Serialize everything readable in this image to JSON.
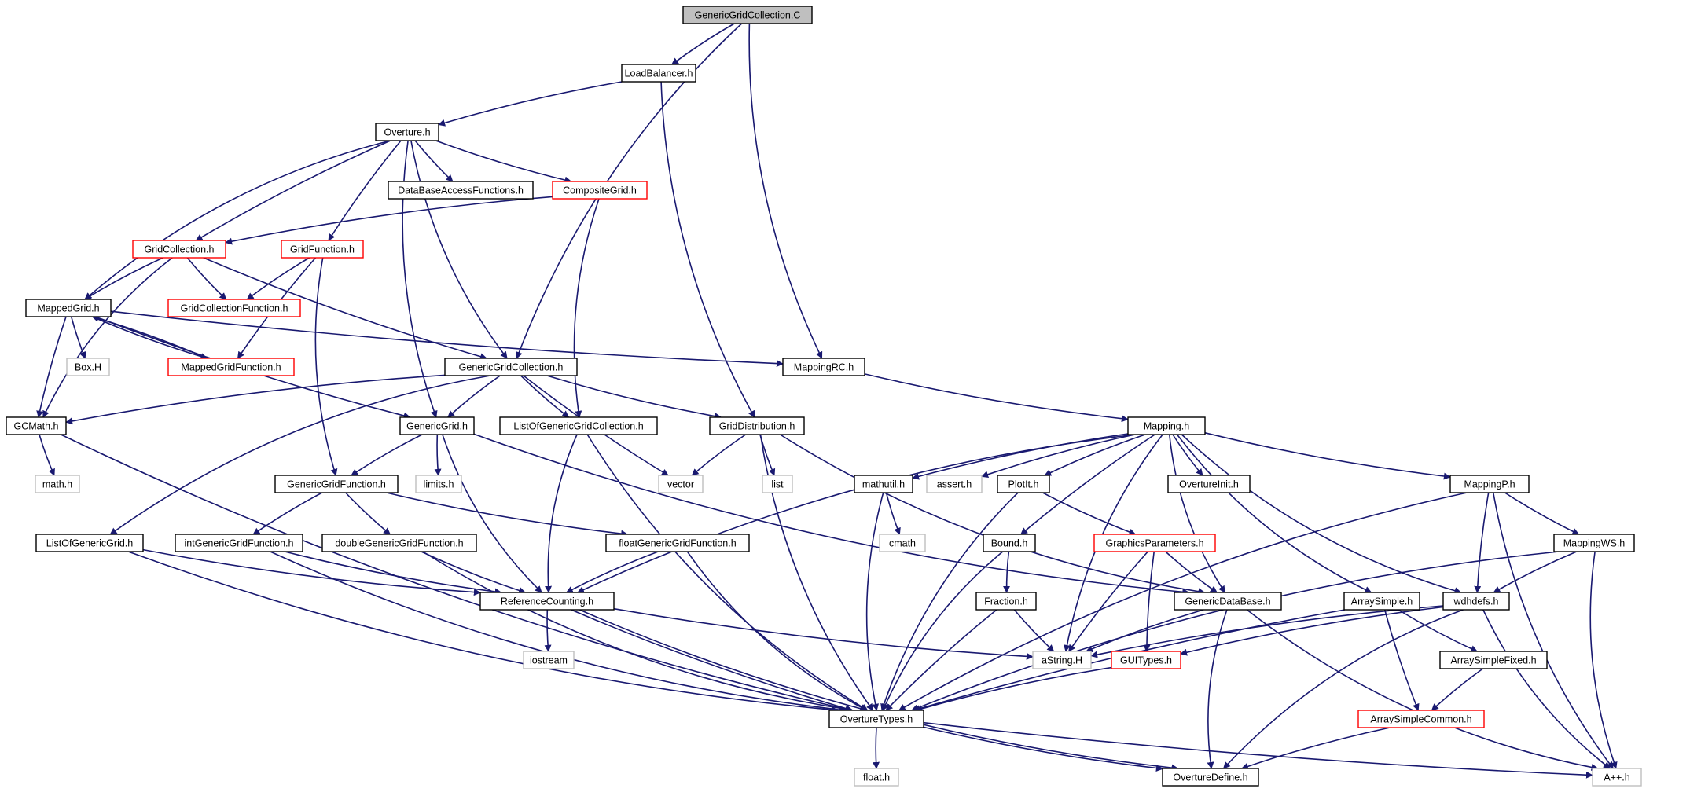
{
  "colors": {
    "edge": "#191970",
    "border_normal": "#000000",
    "border_red": "#ff0000",
    "border_gray": "#bfbfbf",
    "root_fill": "#bfbfbf",
    "fill": "#ffffff"
  },
  "nodes": [
    {
      "id": "root",
      "label": "GenericGridCollection.C",
      "kind": "root"
    },
    {
      "id": "loadbalancer",
      "label": "LoadBalancer.h",
      "kind": "normal"
    },
    {
      "id": "overture",
      "label": "Overture.h",
      "kind": "normal"
    },
    {
      "id": "dbaccess",
      "label": "DataBaseAccessFunctions.h",
      "kind": "normal"
    },
    {
      "id": "compositegrid",
      "label": "CompositeGrid.h",
      "kind": "red"
    },
    {
      "id": "gridcollection",
      "label": "GridCollection.h",
      "kind": "red"
    },
    {
      "id": "gridfunction",
      "label": "GridFunction.h",
      "kind": "red"
    },
    {
      "id": "mappedgrid",
      "label": "MappedGrid.h",
      "kind": "normal"
    },
    {
      "id": "gridcollfunc",
      "label": "GridCollectionFunction.h",
      "kind": "red"
    },
    {
      "id": "boxh",
      "label": "Box.H",
      "kind": "gray"
    },
    {
      "id": "mappedgridfunc",
      "label": "MappedGridFunction.h",
      "kind": "red"
    },
    {
      "id": "ggc",
      "label": "GenericGridCollection.h",
      "kind": "normal"
    },
    {
      "id": "mappingrc",
      "label": "MappingRC.h",
      "kind": "normal"
    },
    {
      "id": "gcmath",
      "label": "GCMath.h",
      "kind": "normal"
    },
    {
      "id": "genericgrid",
      "label": "GenericGrid.h",
      "kind": "normal"
    },
    {
      "id": "listggc",
      "label": "ListOfGenericGridCollection.h",
      "kind": "normal"
    },
    {
      "id": "griddist",
      "label": "GridDistribution.h",
      "kind": "normal"
    },
    {
      "id": "mapping",
      "label": "Mapping.h",
      "kind": "normal"
    },
    {
      "id": "mathh",
      "label": "math.h",
      "kind": "gray"
    },
    {
      "id": "limitsh",
      "label": "limits.h",
      "kind": "gray"
    },
    {
      "id": "vector",
      "label": "vector",
      "kind": "gray"
    },
    {
      "id": "list",
      "label": "list",
      "kind": "gray"
    },
    {
      "id": "ggf",
      "label": "GenericGridFunction.h",
      "kind": "normal"
    },
    {
      "id": "mathutil",
      "label": "mathutil.h",
      "kind": "normal"
    },
    {
      "id": "asserth",
      "label": "assert.h",
      "kind": "gray"
    },
    {
      "id": "plotit",
      "label": "PlotIt.h",
      "kind": "normal"
    },
    {
      "id": "ovinit",
      "label": "OvertureInit.h",
      "kind": "normal"
    },
    {
      "id": "mappingp",
      "label": "MappingP.h",
      "kind": "normal"
    },
    {
      "id": "listgg",
      "label": "ListOfGenericGrid.h",
      "kind": "normal"
    },
    {
      "id": "intggf",
      "label": "intGenericGridFunction.h",
      "kind": "normal"
    },
    {
      "id": "doubleggf",
      "label": "doubleGenericGridFunction.h",
      "kind": "normal"
    },
    {
      "id": "floatggf",
      "label": "floatGenericGridFunction.h",
      "kind": "normal"
    },
    {
      "id": "cmath",
      "label": "cmath",
      "kind": "gray"
    },
    {
      "id": "bound",
      "label": "Bound.h",
      "kind": "normal"
    },
    {
      "id": "graphparams",
      "label": "GraphicsParameters.h",
      "kind": "red"
    },
    {
      "id": "mappingws",
      "label": "MappingWS.h",
      "kind": "normal"
    },
    {
      "id": "refcount",
      "label": "ReferenceCounting.h",
      "kind": "normal"
    },
    {
      "id": "fraction",
      "label": "Fraction.h",
      "kind": "normal"
    },
    {
      "id": "gdb",
      "label": "GenericDataBase.h",
      "kind": "normal"
    },
    {
      "id": "arraysimple",
      "label": "ArraySimple.h",
      "kind": "normal"
    },
    {
      "id": "wdhdefs",
      "label": "wdhdefs.h",
      "kind": "normal"
    },
    {
      "id": "iostream",
      "label": "iostream",
      "kind": "gray"
    },
    {
      "id": "astring",
      "label": "aString.H",
      "kind": "gray"
    },
    {
      "id": "guitypes",
      "label": "GUITypes.h",
      "kind": "red"
    },
    {
      "id": "asfixed",
      "label": "ArraySimpleFixed.h",
      "kind": "normal"
    },
    {
      "id": "ovtypes",
      "label": "OvertureTypes.h",
      "kind": "normal"
    },
    {
      "id": "ascommon",
      "label": "ArraySimpleCommon.h",
      "kind": "red"
    },
    {
      "id": "floath",
      "label": "float.h",
      "kind": "gray"
    },
    {
      "id": "ovdefine",
      "label": "OvertureDefine.h",
      "kind": "normal"
    },
    {
      "id": "appp",
      "label": "A++.h",
      "kind": "gray"
    }
  ],
  "edges": [
    {
      "from": "root",
      "to": "loadbalancer"
    },
    {
      "from": "root",
      "to": "ggc"
    },
    {
      "from": "root",
      "to": "mappingrc"
    },
    {
      "from": "loadbalancer",
      "to": "overture"
    },
    {
      "from": "loadbalancer",
      "to": "griddist"
    },
    {
      "from": "overture",
      "to": "dbaccess"
    },
    {
      "from": "overture",
      "to": "compositegrid"
    },
    {
      "from": "overture",
      "to": "gridcollection"
    },
    {
      "from": "overture",
      "to": "gridfunction"
    },
    {
      "from": "overture",
      "to": "mappedgrid"
    },
    {
      "from": "overture",
      "to": "ggc"
    },
    {
      "from": "overture",
      "to": "genericgrid"
    },
    {
      "from": "compositegrid",
      "to": "gridcollection"
    },
    {
      "from": "compositegrid",
      "to": "listggc"
    },
    {
      "from": "gridcollection",
      "to": "mappedgrid"
    },
    {
      "from": "gridcollection",
      "to": "gridcollfunc"
    },
    {
      "from": "gridcollection",
      "to": "gcmath"
    },
    {
      "from": "gridcollection",
      "to": "ggc"
    },
    {
      "from": "gridfunction",
      "to": "gridcollfunc"
    },
    {
      "from": "gridfunction",
      "to": "mappedgridfunc"
    },
    {
      "from": "gridfunction",
      "to": "ggf"
    },
    {
      "from": "mappedgrid",
      "to": "boxh"
    },
    {
      "from": "mappedgrid",
      "to": "mappedgridfunc"
    },
    {
      "from": "mappedgrid",
      "to": "gcmath"
    },
    {
      "from": "mappedgrid",
      "to": "mappingrc"
    },
    {
      "from": "mappedgrid",
      "to": "genericgrid"
    },
    {
      "from": "mappedgridfunc",
      "to": "mappedgrid"
    },
    {
      "from": "ggc",
      "to": "gcmath"
    },
    {
      "from": "ggc",
      "to": "genericgrid"
    },
    {
      "from": "ggc",
      "to": "listggc"
    },
    {
      "from": "ggc",
      "to": "griddist"
    },
    {
      "from": "ggc",
      "to": "vector"
    },
    {
      "from": "ggc",
      "to": "listgg"
    },
    {
      "from": "mappingrc",
      "to": "mapping"
    },
    {
      "from": "gcmath",
      "to": "mathh"
    },
    {
      "from": "gcmath",
      "to": "ovtypes"
    },
    {
      "from": "genericgrid",
      "to": "limitsh"
    },
    {
      "from": "genericgrid",
      "to": "ggf"
    },
    {
      "from": "genericgrid",
      "to": "refcount"
    },
    {
      "from": "genericgrid",
      "to": "gdb"
    },
    {
      "from": "listggc",
      "to": "refcount"
    },
    {
      "from": "listggc",
      "to": "ovtypes"
    },
    {
      "from": "griddist",
      "to": "vector"
    },
    {
      "from": "griddist",
      "to": "list"
    },
    {
      "from": "griddist",
      "to": "ovtypes"
    },
    {
      "from": "griddist",
      "to": "gdb"
    },
    {
      "from": "mapping",
      "to": "mathutil"
    },
    {
      "from": "mapping",
      "to": "asserth"
    },
    {
      "from": "mapping",
      "to": "plotit"
    },
    {
      "from": "mapping",
      "to": "ovinit"
    },
    {
      "from": "mapping",
      "to": "mappingp"
    },
    {
      "from": "mapping",
      "to": "bound"
    },
    {
      "from": "mapping",
      "to": "refcount"
    },
    {
      "from": "mapping",
      "to": "astring"
    },
    {
      "from": "mapping",
      "to": "gdb"
    },
    {
      "from": "mapping",
      "to": "arraysimple"
    },
    {
      "from": "mapping",
      "to": "wdhdefs"
    },
    {
      "from": "ggf",
      "to": "intggf"
    },
    {
      "from": "ggf",
      "to": "doubleggf"
    },
    {
      "from": "ggf",
      "to": "floatggf"
    },
    {
      "from": "mathutil",
      "to": "cmath"
    },
    {
      "from": "mathutil",
      "to": "ovtypes"
    },
    {
      "from": "plotit",
      "to": "graphparams"
    },
    {
      "from": "plotit",
      "to": "ovtypes"
    },
    {
      "from": "mappingp",
      "to": "mappingws"
    },
    {
      "from": "mappingp",
      "to": "wdhdefs"
    },
    {
      "from": "mappingp",
      "to": "ovtypes"
    },
    {
      "from": "mappingp",
      "to": "appp"
    },
    {
      "from": "listgg",
      "to": "refcount"
    },
    {
      "from": "listgg",
      "to": "ovtypes"
    },
    {
      "from": "intggf",
      "to": "refcount"
    },
    {
      "from": "intggf",
      "to": "ovtypes"
    },
    {
      "from": "doubleggf",
      "to": "refcount"
    },
    {
      "from": "doubleggf",
      "to": "ovtypes"
    },
    {
      "from": "floatggf",
      "to": "refcount"
    },
    {
      "from": "floatggf",
      "to": "ovtypes"
    },
    {
      "from": "bound",
      "to": "fraction"
    },
    {
      "from": "bound",
      "to": "ovtypes"
    },
    {
      "from": "graphparams",
      "to": "gdb"
    },
    {
      "from": "graphparams",
      "to": "astring"
    },
    {
      "from": "graphparams",
      "to": "guitypes"
    },
    {
      "from": "mappingws",
      "to": "wdhdefs"
    },
    {
      "from": "mappingws",
      "to": "appp"
    },
    {
      "from": "mappingws",
      "to": "ovtypes"
    },
    {
      "from": "refcount",
      "to": "iostream"
    },
    {
      "from": "refcount",
      "to": "astring"
    },
    {
      "from": "refcount",
      "to": "ovtypes"
    },
    {
      "from": "refcount",
      "to": "ovdefine"
    },
    {
      "from": "fraction",
      "to": "astring"
    },
    {
      "from": "fraction",
      "to": "ovtypes"
    },
    {
      "from": "gdb",
      "to": "astring"
    },
    {
      "from": "gdb",
      "to": "ovdefine"
    },
    {
      "from": "gdb",
      "to": "appp"
    },
    {
      "from": "arraysimple",
      "to": "ascommon"
    },
    {
      "from": "arraysimple",
      "to": "asfixed"
    },
    {
      "from": "arraysimple",
      "to": "ovtypes"
    },
    {
      "from": "wdhdefs",
      "to": "astring"
    },
    {
      "from": "wdhdefs",
      "to": "guitypes"
    },
    {
      "from": "wdhdefs",
      "to": "ovdefine"
    },
    {
      "from": "wdhdefs",
      "to": "appp"
    },
    {
      "from": "guitypes",
      "to": "ovtypes"
    },
    {
      "from": "asfixed",
      "to": "ascommon"
    },
    {
      "from": "ascommon",
      "to": "ovdefine"
    },
    {
      "from": "ovtypes",
      "to": "floath"
    },
    {
      "from": "ovtypes",
      "to": "ovdefine"
    },
    {
      "from": "ovtypes",
      "to": "appp"
    }
  ]
}
